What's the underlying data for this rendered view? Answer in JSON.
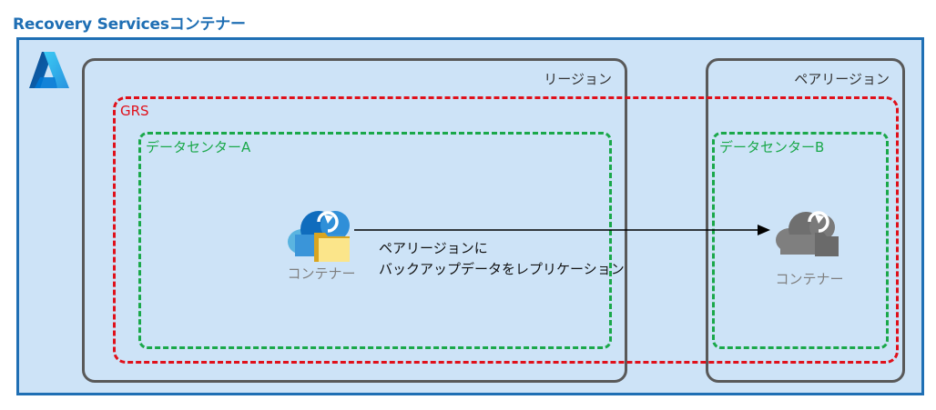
{
  "title": "Recovery Servicesコンテナー",
  "regions": {
    "primary": "リージョン",
    "pair": "ペアリージョン"
  },
  "grs_label": "GRS",
  "datacenters": {
    "a": "データセンターA",
    "b": "データセンターB"
  },
  "containers": {
    "a": "コンテナー",
    "b": "コンテナー"
  },
  "replication": {
    "line1": "ペアリージョンに",
    "line2": "バックアップデータをレプリケーション"
  },
  "icons": {
    "logo": "azure-logo",
    "container_a": "recovery-vault-icon",
    "container_b": "recovery-vault-icon-grey"
  },
  "colors": {
    "title": "#1f6fb4",
    "background": "#cde3f7",
    "region_border": "#595959",
    "grs": "#e0101a",
    "datacenter": "#1aa84a",
    "vault_primary": "#0f6cbd",
    "vault_secondary": "#808080"
  }
}
